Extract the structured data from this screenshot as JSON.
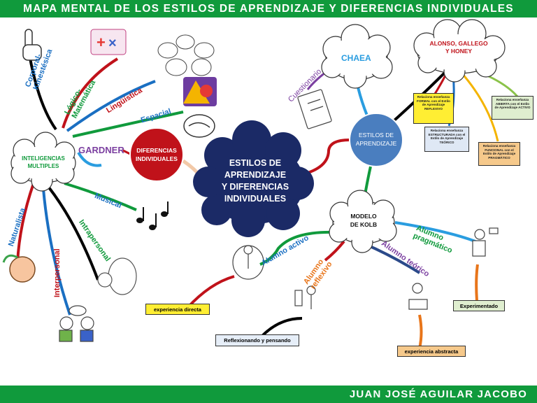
{
  "title": "MAPA MENTAL DE LOS ESTILOS DE APRENDIZAJE Y DIFERENCIAS INDIVIDUALES",
  "author": "JUAN JOSÉ AGUILAR JACOBO",
  "colors": {
    "banner": "#109a3c",
    "center_cloud": "#1b2a66",
    "differences": "#c0121a",
    "styles": "#4a7ebf"
  },
  "center": {
    "line1": "ESTILOS DE",
    "line2": "APRENDIZAJE",
    "line3": "Y DIFERENCIAS",
    "line4": "INDIVIDUALES"
  },
  "diferencias": {
    "line1": "DIFERENCIAS",
    "line2": "INDIVIDUALES"
  },
  "gardner": "GARDNER",
  "inteligencias": {
    "line1": "INTELIGENCIAS",
    "line2": "MULTIPLES"
  },
  "intelligences": {
    "corporal": "Corporal-Kinestésica",
    "logico": "Lógico-Matemática",
    "linguistica": "Lingüística",
    "espacial": "Espacial",
    "musical": "Musical",
    "intrapersonal": "Intrapersonal",
    "interpersonal": "Interpersonal",
    "naturalista": "Naturalista"
  },
  "estilos": {
    "line1": "ESTILOS DE",
    "line2": "APRENDIZAJE"
  },
  "chaea": "CHAEA",
  "cuestionario": "Cuestionario",
  "alonso": {
    "line1": "ALONSO, GALLEGO",
    "line2": "Y HONEY"
  },
  "style_boxes": {
    "reflexivo": "Relaciona enseñanza FORMAL con el Estilo de Aprendizaje REFLEXIVO",
    "teorico": "Relaciona enseñanza ESTRUCTURADA con el Estilo de Aprendizaje TEÓRICO",
    "pragmatico": "Relaciona enseñanza FUNCIONAL con el Estilo de Aprendizaje PRAGMÁTICO",
    "activo": "Relaciona enseñanza ABIERTA con el Estilo de Aprendizaje ACTIVO"
  },
  "kolb": {
    "line1": "MODELO",
    "line2": "DE KOLB"
  },
  "kolb_styles": {
    "activo": "Alumno activo",
    "reflexivo": "Alumno reflexivo",
    "teorico": "Alumno teórico",
    "pragmatico": "Alumno pragmático"
  },
  "kolb_boxes": {
    "experiencia_directa": "experiencia directa",
    "reflexionando": "Reflexionando y pensando",
    "experiencia_abstracta": "experiencia abstracta",
    "experimentado": "Experimentado"
  }
}
